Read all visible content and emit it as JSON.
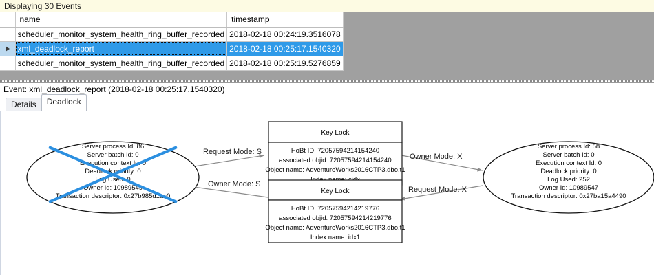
{
  "banner": {
    "text": "Displaying 30 Events"
  },
  "grid": {
    "columns": [
      "name",
      "timestamp"
    ],
    "rows": [
      {
        "selected": false,
        "marker": "",
        "name": "scheduler_monitor_system_health_ring_buffer_recorded",
        "timestamp": "2018-02-18 00:24:19.3516078"
      },
      {
        "selected": true,
        "marker": "row-selector-triangle",
        "name": "xml_deadlock_report",
        "timestamp": "2018-02-18 00:25:17.1540320"
      },
      {
        "selected": false,
        "marker": "",
        "name": "scheduler_monitor_system_health_ring_buffer_recorded",
        "timestamp": "2018-02-18 00:25:19.5276859"
      }
    ]
  },
  "event_header": {
    "text": "Event: xml_deadlock_report (2018-02-18 00:25:17.1540320)"
  },
  "tabs": [
    {
      "label": "Details",
      "active": false
    },
    {
      "label": "Deadlock",
      "active": true
    }
  ],
  "deadlock_graph": {
    "victim_process": {
      "lines": [
        "Server process Id: 86",
        "Server batch Id: 0",
        "Execution context Id: 0",
        "Deadlock priority: 0",
        "Log Used: 0",
        "Owner Id: 10989549",
        "Transaction descriptor: 0x27b985d1ac0"
      ],
      "is_victim": true,
      "victim_cross_color": "#2b8fe0"
    },
    "winner_process": {
      "lines": [
        "Server process Id: 58",
        "Server batch Id: 0",
        "Execution context Id: 0",
        "Deadlock priority: 0",
        "Log Used: 252",
        "Owner Id: 10989547",
        "Transaction descriptor: 0x27ba15a4490"
      ],
      "is_victim": false
    },
    "resources": [
      {
        "title": "Key Lock",
        "lines": [
          "HoBt ID: 72057594214154240",
          "associated objid: 72057594214154240",
          "Object name: AdventureWorks2016CTP3.dbo.t1",
          "Index name: cidx"
        ]
      },
      {
        "title": "Key Lock",
        "lines": [
          "HoBt ID: 72057594214219776",
          "associated objid: 72057594214219776",
          "Object name: AdventureWorks2016CTP3.dbo.t1",
          "Index name: idx1"
        ]
      }
    ],
    "edges": [
      {
        "label": "Request Mode: S",
        "from": "victim_process",
        "to": "resource_top",
        "direction": "right"
      },
      {
        "label": "Owner Mode: S",
        "from": "resource_bottom",
        "to": "victim_process",
        "direction": "left"
      },
      {
        "label": "Owner Mode: X",
        "from": "resource_top",
        "to": "winner_process",
        "direction": "right"
      },
      {
        "label": "Request Mode: X",
        "from": "winner_process",
        "to": "resource_bottom",
        "direction": "left"
      }
    ]
  },
  "colors": {
    "selection_blue": "#2f9ae8",
    "banner_yellow": "#fdfbe3",
    "grid_empty_gray": "#a0a0a0",
    "victim_cross": "#2b8fe0"
  }
}
